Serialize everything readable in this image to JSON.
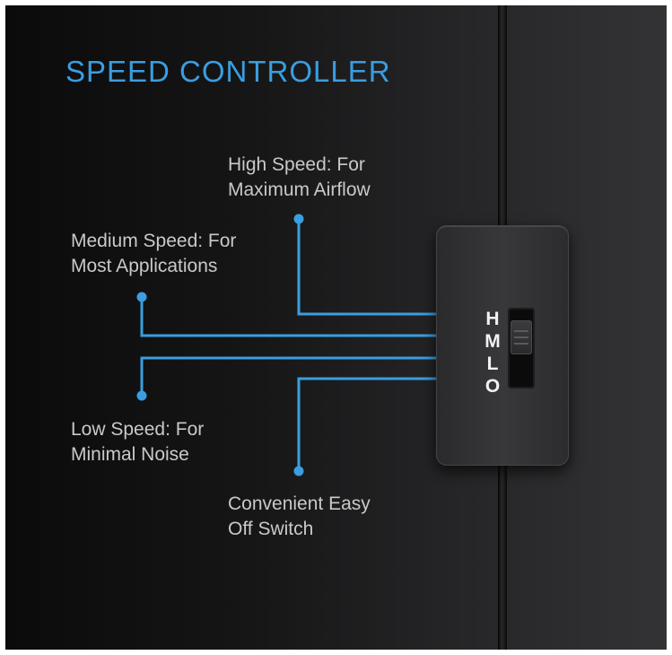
{
  "title": "SPEED CONTROLLER",
  "callouts": {
    "high": {
      "line1": "High Speed: For",
      "line2": "Maximum Airflow"
    },
    "medium": {
      "line1": "Medium Speed: For",
      "line2": "Most Applications"
    },
    "low": {
      "line1": "Low Speed: For",
      "line2": "Minimal Noise"
    },
    "off": {
      "line1": "Convenient Easy",
      "line2": "Off Switch"
    }
  },
  "switch": {
    "letters": [
      "H",
      "M",
      "L",
      "O"
    ]
  },
  "colors": {
    "accent": "#3a9ee0",
    "text": "#c9c9c9",
    "background": "#151516"
  }
}
